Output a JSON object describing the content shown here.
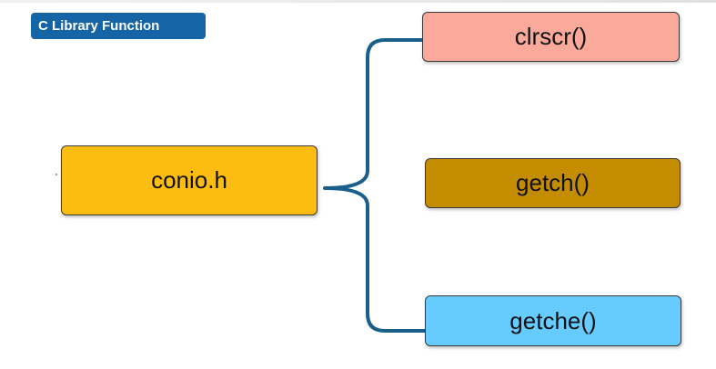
{
  "title": "C Library Function",
  "diagram": {
    "root": {
      "label": "conio.h",
      "color": "#fdbd10"
    },
    "children": [
      {
        "label": "clrscr()",
        "color": "#fba99a"
      },
      {
        "label": "getch()",
        "color": "#c48c00"
      },
      {
        "label": "getche()",
        "color": "#66ccff"
      }
    ],
    "connector_color": "#1a5e8c",
    "title_color": "#1565a6"
  }
}
